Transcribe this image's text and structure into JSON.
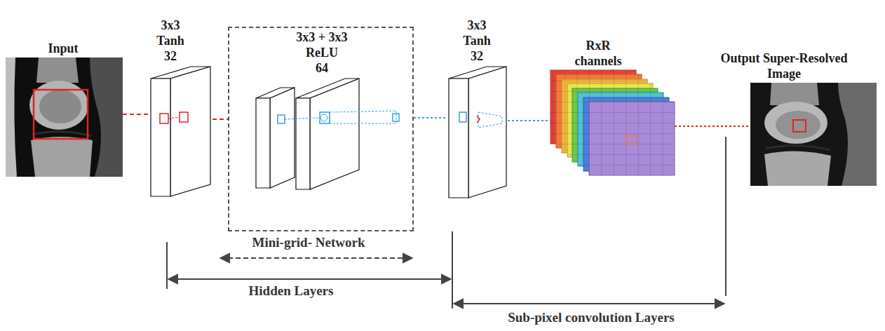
{
  "diagram": {
    "nodes": [
      {
        "text": [
          "Input"
        ]
      },
      {
        "text": [
          "3x3 Tanh",
          "32"
        ]
      },
      {
        "text": [
          "3x3 + 3x3 ReLU",
          "64"
        ]
      },
      {
        "text": [
          "3x3 Tanh",
          "32"
        ]
      },
      {
        "text": [
          "RxR channels"
        ]
      },
      {
        "text": [
          "Output Super-Resolved Image"
        ]
      }
    ],
    "edges": [
      {
        "from": 0,
        "to": 1,
        "arrow": "none"
      },
      {
        "from": 1,
        "to": 2,
        "arrow": "none"
      },
      {
        "from": 2,
        "to": 3,
        "arrow": "none"
      },
      {
        "from": 3,
        "to": 4,
        "arrow": "none"
      },
      {
        "from": 4,
        "to": 5,
        "arrow": "none"
      }
    ],
    "labels": [
      "Mini-grid- Network",
      "Hidden Layers",
      "Sub-pixel convolution Layers"
    ]
  }
}
